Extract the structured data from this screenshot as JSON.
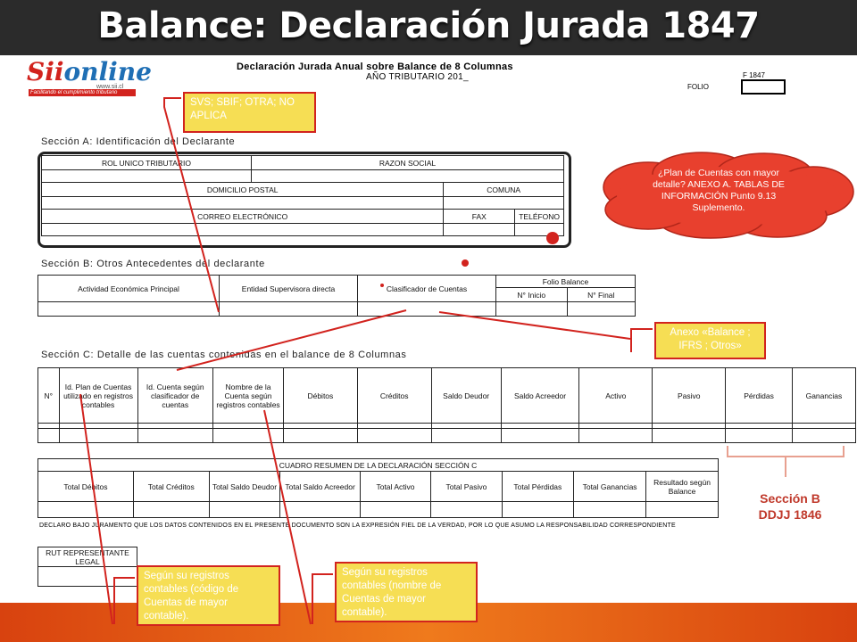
{
  "slide": {
    "title": "Balance: Declaración Jurada 1847",
    "colors": {
      "accent": "#d2231e",
      "note_bg": "#f6de54",
      "bar": "#2b2b2b",
      "bottom": "#e56a18",
      "cloud": "#e8402e"
    }
  },
  "logo": {
    "brand_a": "Sii",
    "brand_b": "online",
    "url": "www.sii.cl",
    "tagline": "Facilitando el cumplimiento tributario"
  },
  "form": {
    "header_main": "Declaración Jurada Anual sobre Balance de 8 Columnas",
    "header_sub": "AÑO TRIBUTARIO 201_",
    "form_code": "F  1847",
    "folio_label": "FOLIO",
    "section_a": {
      "title": "Sección A: Identificación del Declarante",
      "rol": "ROL UNICO TRIBUTARIO",
      "razon": "RAZON SOCIAL",
      "domicilio": "DOMICILIO POSTAL",
      "comuna": "COMUNA",
      "correo": "CORREO ELECTRÓNICO",
      "fax": "FAX",
      "telefono": "TELÉFONO"
    },
    "section_b": {
      "title": "Sección B: Otros Antecedentes del declarante",
      "actividad": "Actividad Económica Principal",
      "entidad": "Entidad Supervisora directa",
      "clasificador": "Clasificador de Cuentas",
      "folio_balance": "Folio Balance",
      "n_inicio": "N° Inicio",
      "n_final": "N° Final"
    },
    "section_c": {
      "title": "Sección C: Detalle de las cuentas contenidas en el balance de 8 Columnas",
      "headers": [
        "N°",
        "Id. Plan de Cuentas utilizado en registros contables",
        "Id. Cuenta según clasificador de cuentas",
        "Nombre de la Cuenta según registros contables",
        "Débitos",
        "Créditos",
        "Saldo Deudor",
        "Saldo Acreedor",
        "Activo",
        "Pasivo",
        "Pérdidas",
        "Ganancias"
      ]
    },
    "resumen": {
      "title": "CUADRO RESUMEN DE LA DECLARACIÓN SECCIÓN C",
      "headers": [
        "Total Débitos",
        "Total Créditos",
        "Total Saldo Deudor",
        "Total Saldo Acreedor",
        "Total Activo",
        "Total Pasivo",
        "Total Pérdidas",
        "Total Ganancias",
        "Resultado según Balance"
      ]
    },
    "declaro": "DECLARO BAJO JURAMENTO QUE LOS DATOS CONTENIDOS EN EL PRESENTE DOCUMENTO SON LA EXPRESIÓN FIEL DE LA VERDAD, POR LO QUE ASUMO LA RESPONSABILIDAD CORRESPONDIENTE",
    "rut_rep": "RUT REPRESENTANTE LEGAL"
  },
  "annotations": {
    "svs": "SVS; SBIF; OTRA; NO APLICA",
    "cloud": "¿Plan de Cuentas con mayor detalle? ANEXO A. TABLAS DE INFORMACIÓN Punto 9.13 Suplemento.",
    "anexo": "Anexo «Balance ; IFRS ; Otros»",
    "seccion_b_line1": "Sección B",
    "seccion_b_line2": "DDJJ 1846",
    "registros_codigo": "Según su registros contables (código de Cuentas de mayor contable).",
    "registros_nombre": "Según su registros contables (nombre de Cuentas de mayor contable)."
  }
}
